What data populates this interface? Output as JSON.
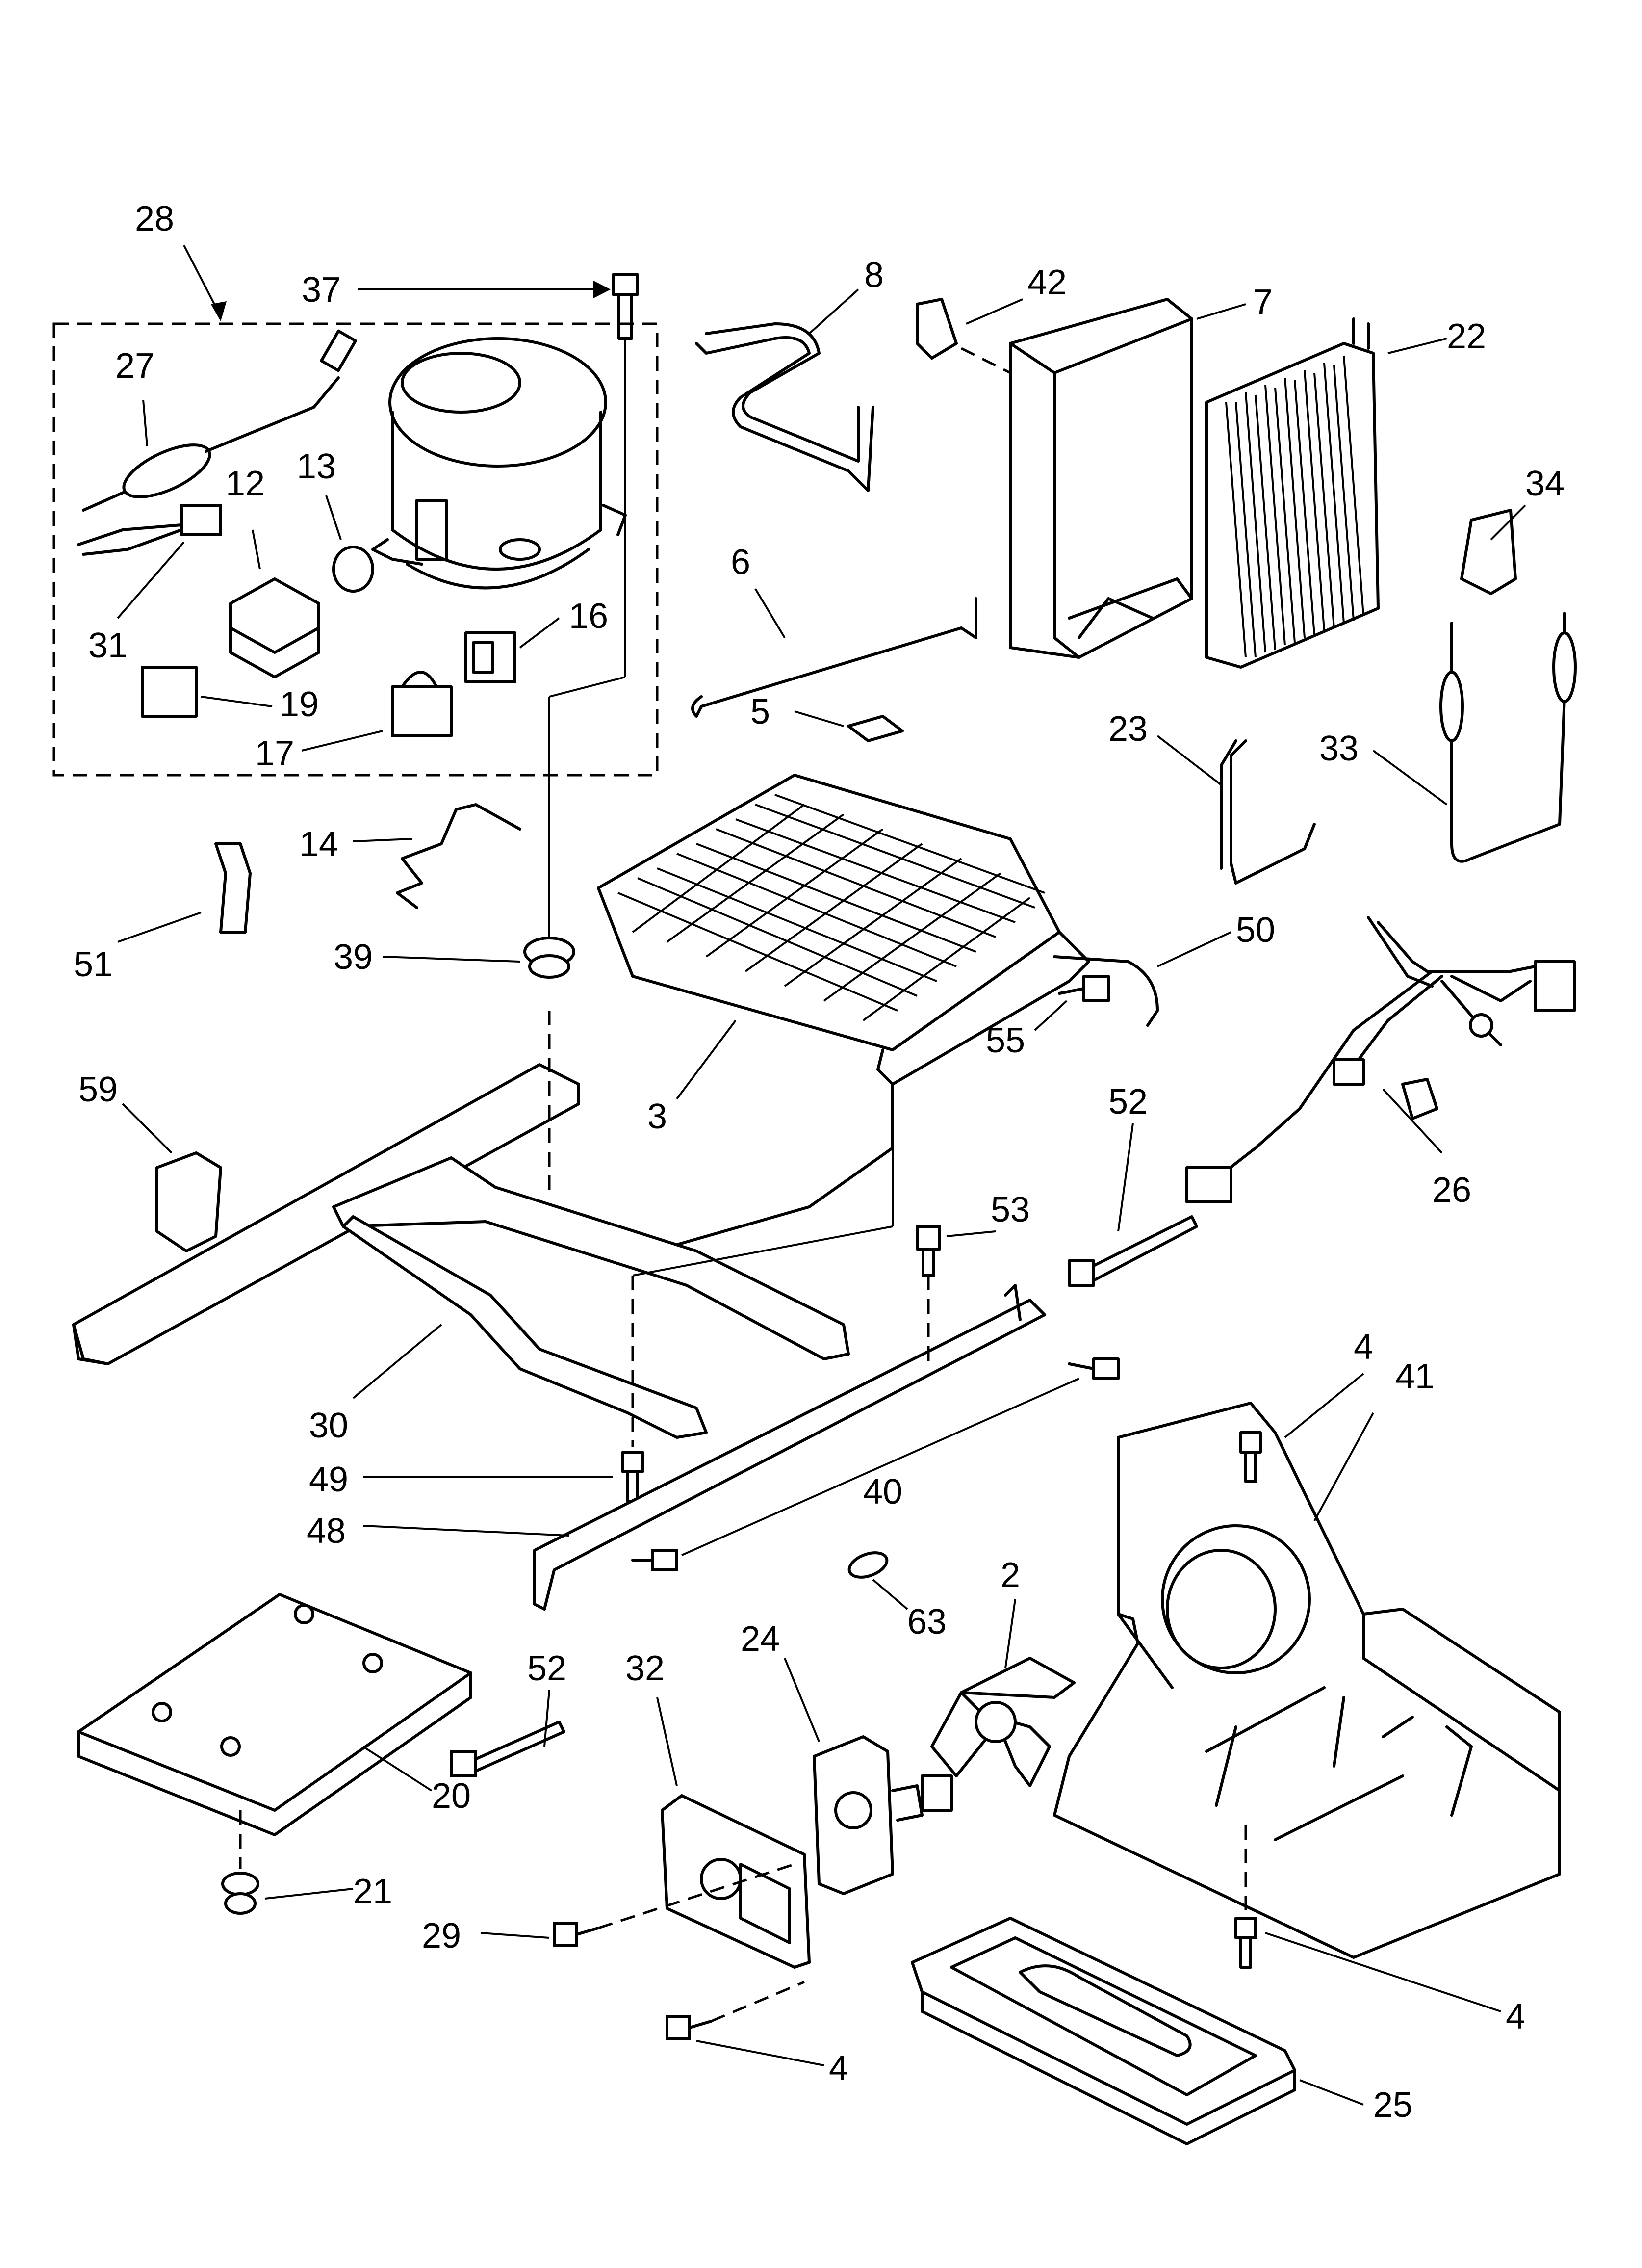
{
  "callouts": {
    "c28": "28",
    "c37": "37",
    "c8": "8",
    "c42": "42",
    "c7": "7",
    "c22": "22",
    "c27": "27",
    "c12": "12",
    "c13": "13",
    "c31": "31",
    "c16": "16",
    "c19": "19",
    "c17": "17",
    "c6": "6",
    "c5": "5",
    "c34": "34",
    "c23": "23",
    "c33": "33",
    "c14": "14",
    "c51": "51",
    "c39": "39",
    "c50": "50",
    "c3": "3",
    "c55": "55",
    "c59": "59",
    "c52a": "52",
    "c26": "26",
    "c53": "53",
    "c30": "30",
    "c49": "49",
    "c48": "48",
    "c40": "40",
    "c4a": "4",
    "c41": "41",
    "c63": "63",
    "c2": "2",
    "c52b": "52",
    "c32": "32",
    "c24": "24",
    "c20": "20",
    "c21": "21",
    "c29": "29",
    "c4b": "4",
    "c4c": "4",
    "c25": "25"
  }
}
